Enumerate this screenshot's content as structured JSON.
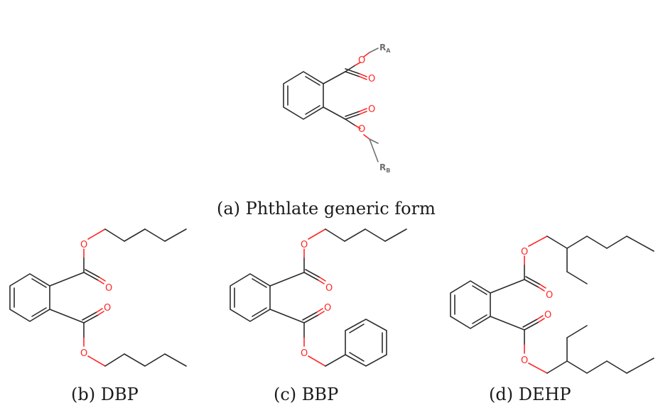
{
  "figure": {
    "atom_labels": {
      "oxygen": "O",
      "r_group": "R",
      "r_sub_a": "A",
      "r_sub_b": "B"
    },
    "panels": [
      {
        "id": "a",
        "caption": "(a) Phthlate generic form"
      },
      {
        "id": "b",
        "caption": "(b) DBP"
      },
      {
        "id": "c",
        "caption": "(c) BBP"
      },
      {
        "id": "d",
        "caption": "(d) DEHP"
      }
    ],
    "colors": {
      "bond": "#2b2b2b",
      "oxygen": "#ff2525",
      "r_group": "#707070",
      "caption": "#1a1a1a"
    }
  }
}
